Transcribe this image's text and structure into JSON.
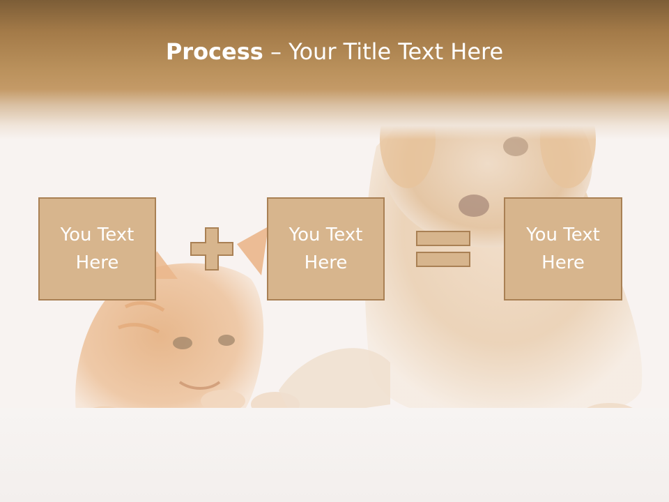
{
  "slide": {
    "title_bold": "Process",
    "title_rest": " – Your Title Text Here",
    "boxes": [
      {
        "line1": "You Text",
        "line2": "Here"
      },
      {
        "line1": "You Text",
        "line2": "Here"
      },
      {
        "line1": "You Text",
        "line2": "Here"
      }
    ],
    "operators": [
      "plus-icon",
      "equals-icon"
    ],
    "colors": {
      "header": "#b68a55",
      "box_fill": "#d7b58d",
      "box_border": "#a98054",
      "text": "#ffffff",
      "background": "#f8f3f1"
    },
    "background_image": "kitten-and-puppy-photo"
  }
}
